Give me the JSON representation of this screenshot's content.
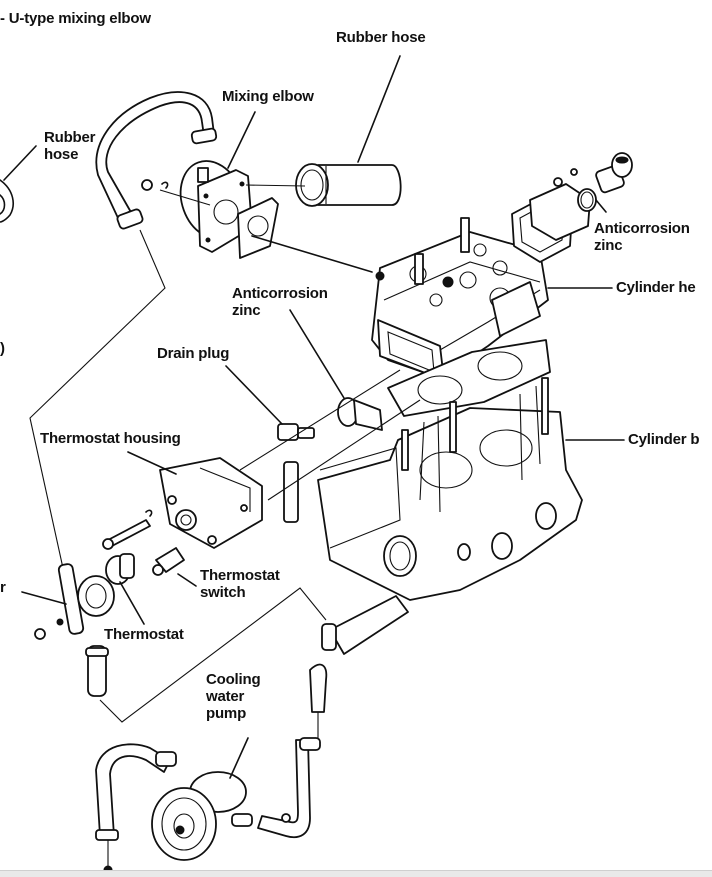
{
  "figure": {
    "title": "Engine cooling system exploded view",
    "labels": {
      "u_type_mixing_elbow": "- U-type mixing elbow",
      "rubber_hose_top": "Rubber hose",
      "mixing_elbow": "Mixing elbow",
      "rubber_hose_left": "Rubber\nhose",
      "anticorrosion_zinc_right": "Anticorrosion\nzinc",
      "cylinder_head": "Cylinder he",
      "anticorrosion_zinc_mid": "Anticorrosion\nzinc",
      "cut_label_paren": ")",
      "drain_plug": "Drain plug",
      "thermostat_housing": "Thermostat housing",
      "cylinder_block": "Cylinder b",
      "cut_label_r": "r",
      "thermostat_switch": "Thermostat\nswitch",
      "thermostat": "Thermostat",
      "cooling_water_pump": "Cooling\nwater\npump"
    }
  }
}
